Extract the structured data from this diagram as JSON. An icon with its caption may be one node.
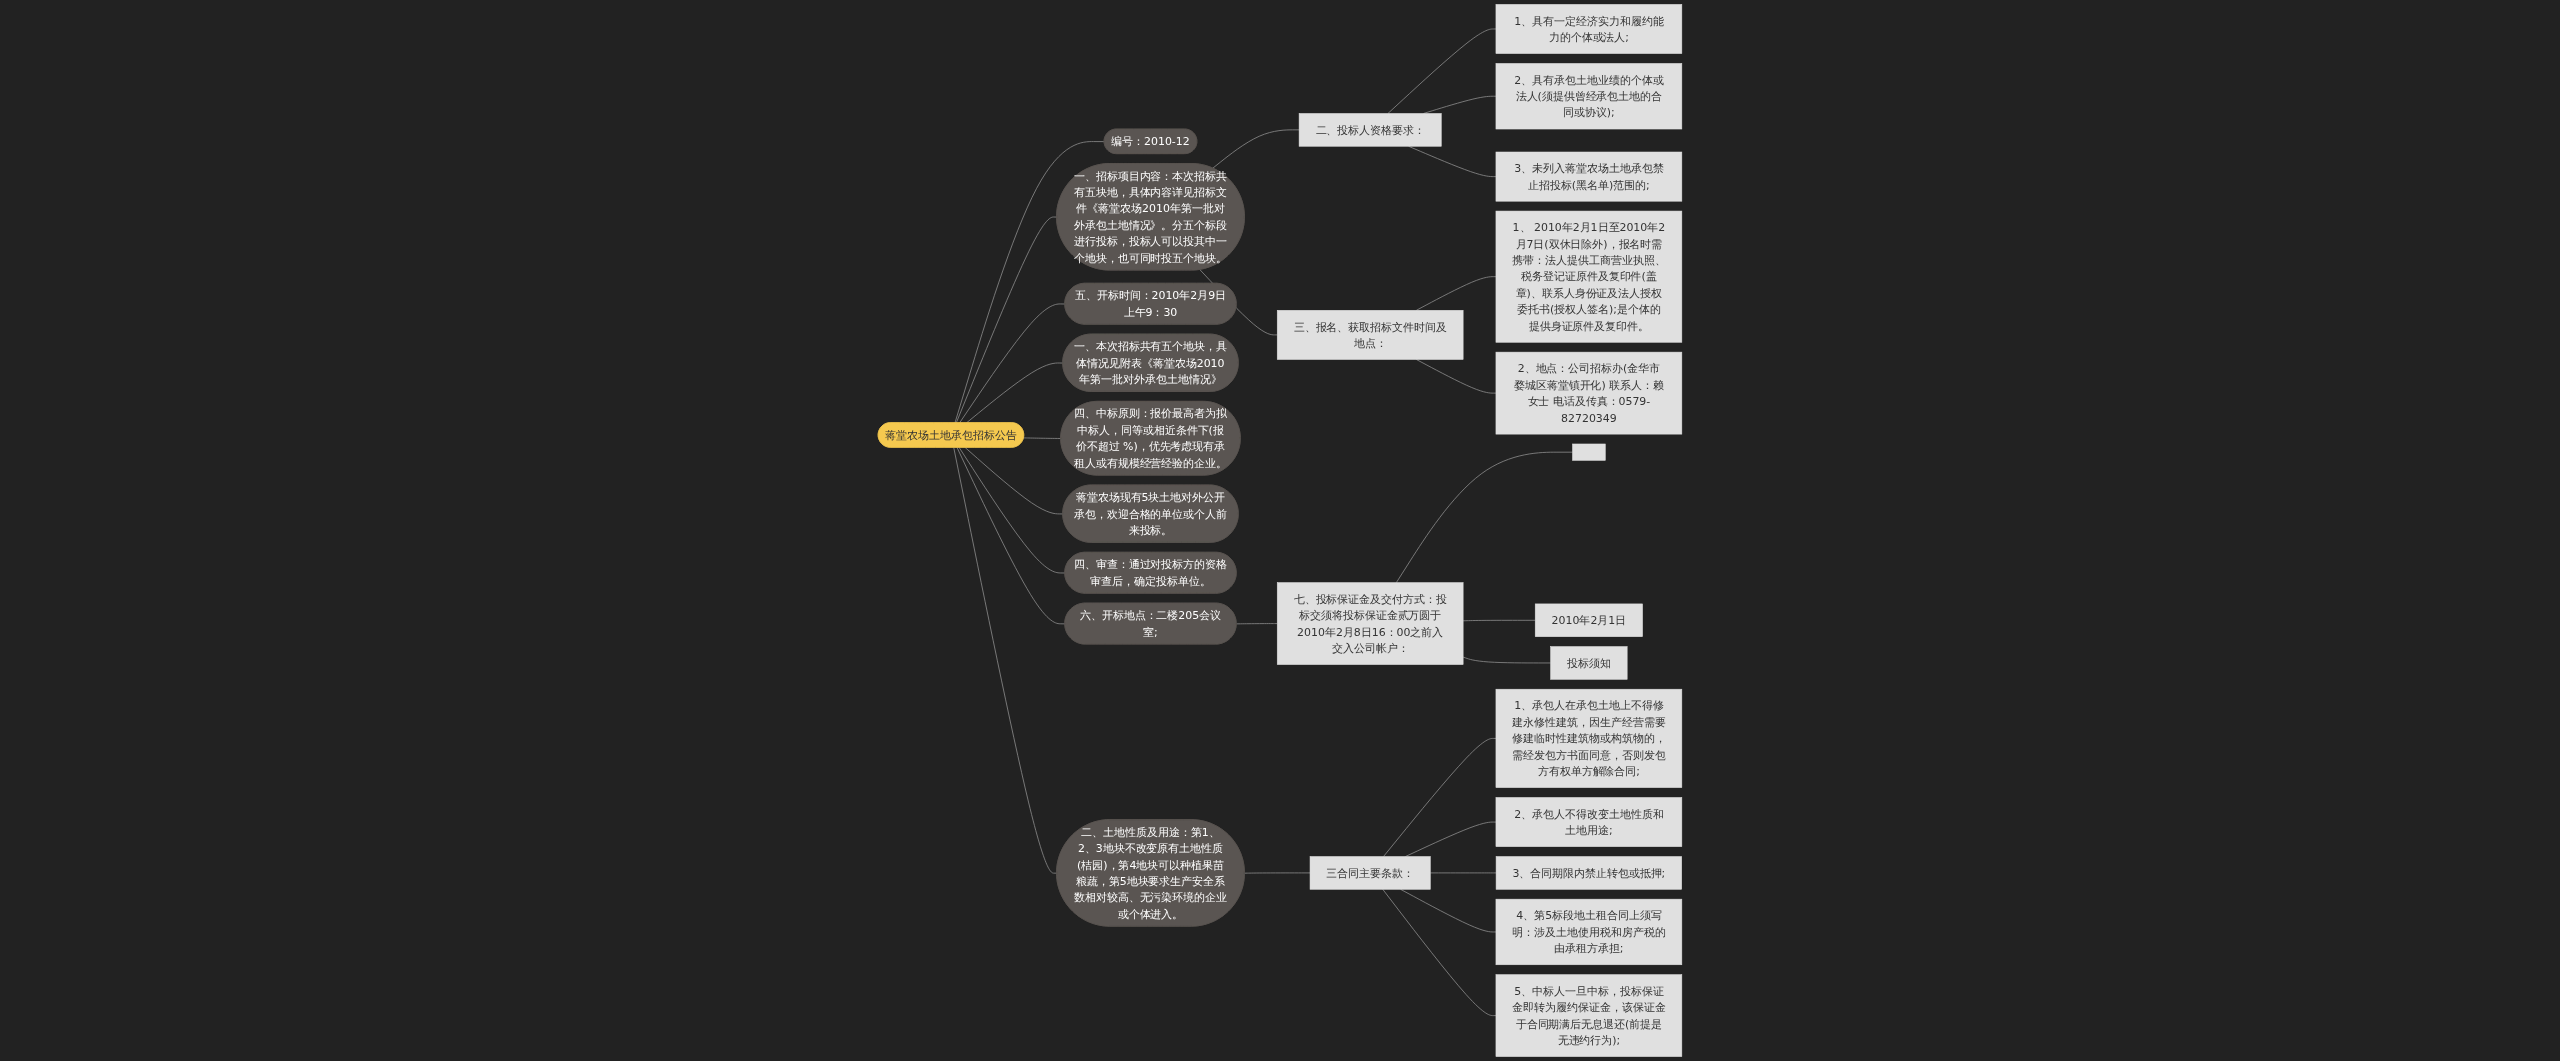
{
  "diagram": {
    "nodes": [
      {
        "text": [
          "蒋堂农场土地承包招标公告"
        ]
      },
      {
        "text": [
          "编号：2010-12"
        ]
      },
      {
        "text": [
          "一、招标项目内容：本次招标共有五块地，具体内容详见招标文件《蒋堂农场2010年第一批对外承包土地情况》。分五个标段进行投标，投标人可以投其中一个地块，也可同时投五个地块。"
        ]
      },
      {
        "text": [
          "二、投标人资格要求："
        ]
      },
      {
        "text": [
          "1、具有一定经济实力和履约能力的个体或法人;"
        ]
      },
      {
        "text": [
          "2、具有承包土地业绩的个体或法人(须提供曾经承包土地的合同或协议);"
        ]
      },
      {
        "text": [
          "3、未列入蒋堂农场土地承包禁止招投标(黑名单)范围的;"
        ]
      },
      {
        "text": [
          "三、报名、获取招标文件时间及地点："
        ]
      },
      {
        "text": [
          "1、 2010年2月1日至2010年2月7日(双休日除外)，报名时需携带：法人提供工商营业执照、税务登记证原件及复印件(盖章)、联系人身份证及法人授权委托书(授权人签名);是个体的提供身证原件及复印件。"
        ]
      },
      {
        "text": [
          "2、地点：公司招标办(金华市婺城区蒋堂镇开化) 联系人：赖女士 电话及传真：0579-82720349"
        ]
      },
      {
        "text": [
          "五、开标时间：2010年2月9日上午9：30"
        ]
      },
      {
        "text": [
          "一、本次招标共有五个地块，具体情况见附表《蒋堂农场2010年第一批对外承包土地情况》"
        ]
      },
      {
        "text": [
          "四、中标原则：报价最高者为拟中标人，同等或相近条件下(报价不超过 %)，优先考虑现有承租人或有规模经营经验的企业。"
        ]
      },
      {
        "text": [
          "蒋堂农场现有5块土地对外公开承包，欢迎合格的单位或个人前来投标。"
        ]
      },
      {
        "text": [
          "四、审查：通过对投标方的资格审查后，确定投标单位。"
        ]
      },
      {
        "text": [
          "六、开标地点：二楼205会议室;"
        ]
      },
      {
        "text": [
          "七、投标保证金及交付方式：投标交须将投标保证金贰万圆于2010年2月8日16：00之前入交入公司帐户："
        ]
      },
      {
        "text": [],
        "shape": "box"
      },
      {
        "text": [
          "2010年2月1日"
        ]
      },
      {
        "text": [
          "投标须知"
        ]
      },
      {
        "text": [
          "二、土地性质及用途：第1、2、3地块不改变原有土地性质(桔园)，第4地块可以种植果苗粮蔬，第5地块要求生产安全系数相对较高、无污染环境的企业或个体进入。"
        ]
      },
      {
        "text": [
          "三合同主要条款："
        ]
      },
      {
        "text": [
          "1、承包人在承包土地上不得修建永修性建筑，因生产经营需要修建临时性建筑物或构筑物的，需经发包方书面同意，否则发包方有权单方解除合同;"
        ]
      },
      {
        "text": [
          "2、承包人不得改变土地性质和土地用途;"
        ]
      },
      {
        "text": [
          "3、合同期限内禁止转包或抵押;"
        ]
      },
      {
        "text": [
          "4、第5标段地土租合同上须写明：涉及土地使用税和房产税的由承租方承担;"
        ]
      },
      {
        "text": [
          "5、中标人一旦中标，投标保证金即转为履约保证金，该保证金于合同期满后无息退还(前提是无违约行为);"
        ]
      }
    ],
    "edges": [
      {
        "from": 0,
        "to": 1,
        "arrow": "none"
      },
      {
        "from": 0,
        "to": 2,
        "arrow": "none"
      },
      {
        "from": 2,
        "to": 3,
        "arrow": "none"
      },
      {
        "from": 3,
        "to": 4,
        "arrow": "none"
      },
      {
        "from": 3,
        "to": 5,
        "arrow": "none"
      },
      {
        "from": 3,
        "to": 6,
        "arrow": "none"
      },
      {
        "from": 2,
        "to": 7,
        "arrow": "none"
      },
      {
        "from": 7,
        "to": 8,
        "arrow": "none"
      },
      {
        "from": 7,
        "to": 9,
        "arrow": "none"
      },
      {
        "from": 0,
        "to": 10,
        "arrow": "none"
      },
      {
        "from": 0,
        "to": 11,
        "arrow": "none"
      },
      {
        "from": 0,
        "to": 12,
        "arrow": "none"
      },
      {
        "from": 0,
        "to": 13,
        "arrow": "none"
      },
      {
        "from": 0,
        "to": 14,
        "arrow": "none"
      },
      {
        "from": 0,
        "to": 15,
        "arrow": "none"
      },
      {
        "from": 15,
        "to": 16,
        "arrow": "none"
      },
      {
        "from": 16,
        "to": 17,
        "arrow": "none"
      },
      {
        "from": 16,
        "to": 18,
        "arrow": "none"
      },
      {
        "from": 16,
        "to": 19,
        "arrow": "none"
      },
      {
        "from": 0,
        "to": 20,
        "arrow": "none"
      },
      {
        "from": 20,
        "to": 21,
        "arrow": "none"
      },
      {
        "from": 21,
        "to": 22,
        "arrow": "none"
      },
      {
        "from": 21,
        "to": 23,
        "arrow": "none"
      },
      {
        "from": 21,
        "to": 24,
        "arrow": "none"
      },
      {
        "from": 21,
        "to": 25,
        "arrow": "none"
      },
      {
        "from": 21,
        "to": 26,
        "arrow": "none"
      }
    ]
  }
}
